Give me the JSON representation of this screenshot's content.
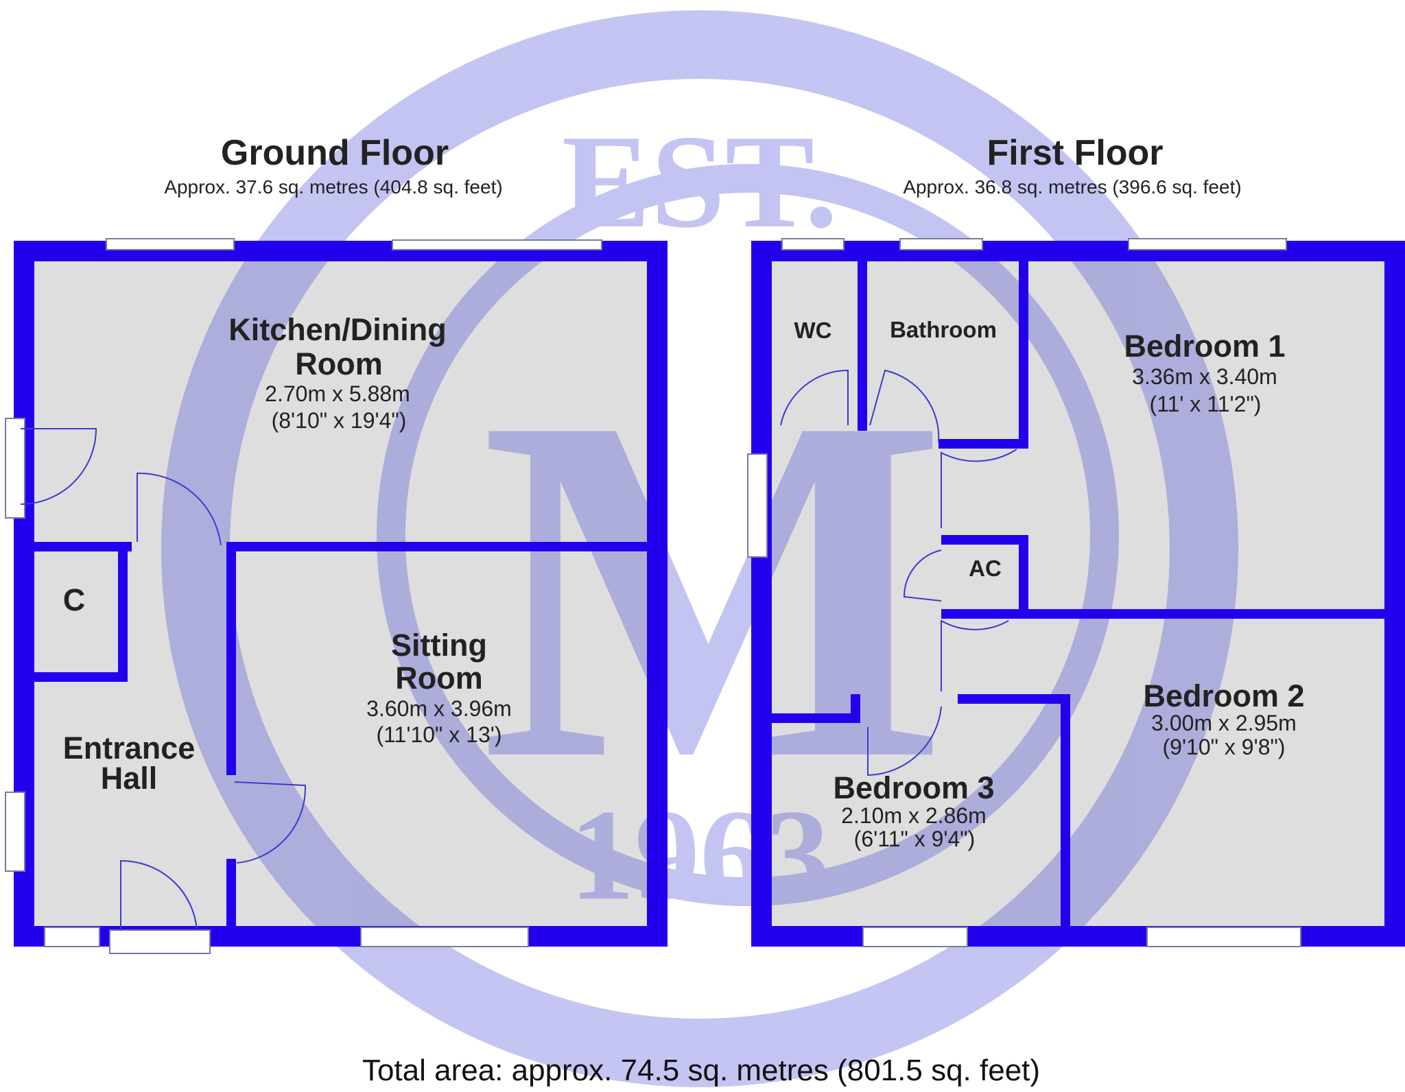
{
  "ground_floor": {
    "title": "Ground Floor",
    "area": "Approx. 37.6 sq. metres (404.8 sq. feet)",
    "rooms": {
      "kitchen": {
        "name_line1": "Kitchen/Dining",
        "name_line2": "Room",
        "dim_m": "2.70m x 5.88m",
        "dim_ft": "(8'10\" x 19'4\")"
      },
      "sitting": {
        "name_line1": "Sitting",
        "name_line2": "Room",
        "dim_m": "3.60m x 3.96m",
        "dim_ft": "(11'10\" x 13')"
      },
      "hall": {
        "name_line1": "Entrance",
        "name_line2": "Hall"
      },
      "cupboard": {
        "name": "C"
      }
    }
  },
  "first_floor": {
    "title": "First Floor",
    "area": "Approx. 36.8 sq. metres (396.6 sq. feet)",
    "rooms": {
      "wc": {
        "name": "WC"
      },
      "bathroom": {
        "name": "Bathroom"
      },
      "airing_cupboard": {
        "name": "AC"
      },
      "bedroom1": {
        "name": "Bedroom 1",
        "dim_m": "3.36m x 3.40m",
        "dim_ft": "(11' x 11'2\")"
      },
      "bedroom2": {
        "name": "Bedroom 2",
        "dim_m": "3.00m x 2.95m",
        "dim_ft": "(9'10\" x 9'8\")"
      },
      "bedroom3": {
        "name": "Bedroom 3",
        "dim_m": "2.10m x 2.86m",
        "dim_ft": "(6'11\" x 9'4\")"
      }
    }
  },
  "total_area": "Total area: approx. 74.5 sq. metres (801.5 sq. feet)",
  "watermark": {
    "top_text": "EST.",
    "bottom_text": "1963",
    "letter": "M"
  },
  "colors": {
    "wall": "#2200ee",
    "floor": "#dedede",
    "watermark": "#3f3fd8",
    "door_arc": "#3a3ad0"
  }
}
